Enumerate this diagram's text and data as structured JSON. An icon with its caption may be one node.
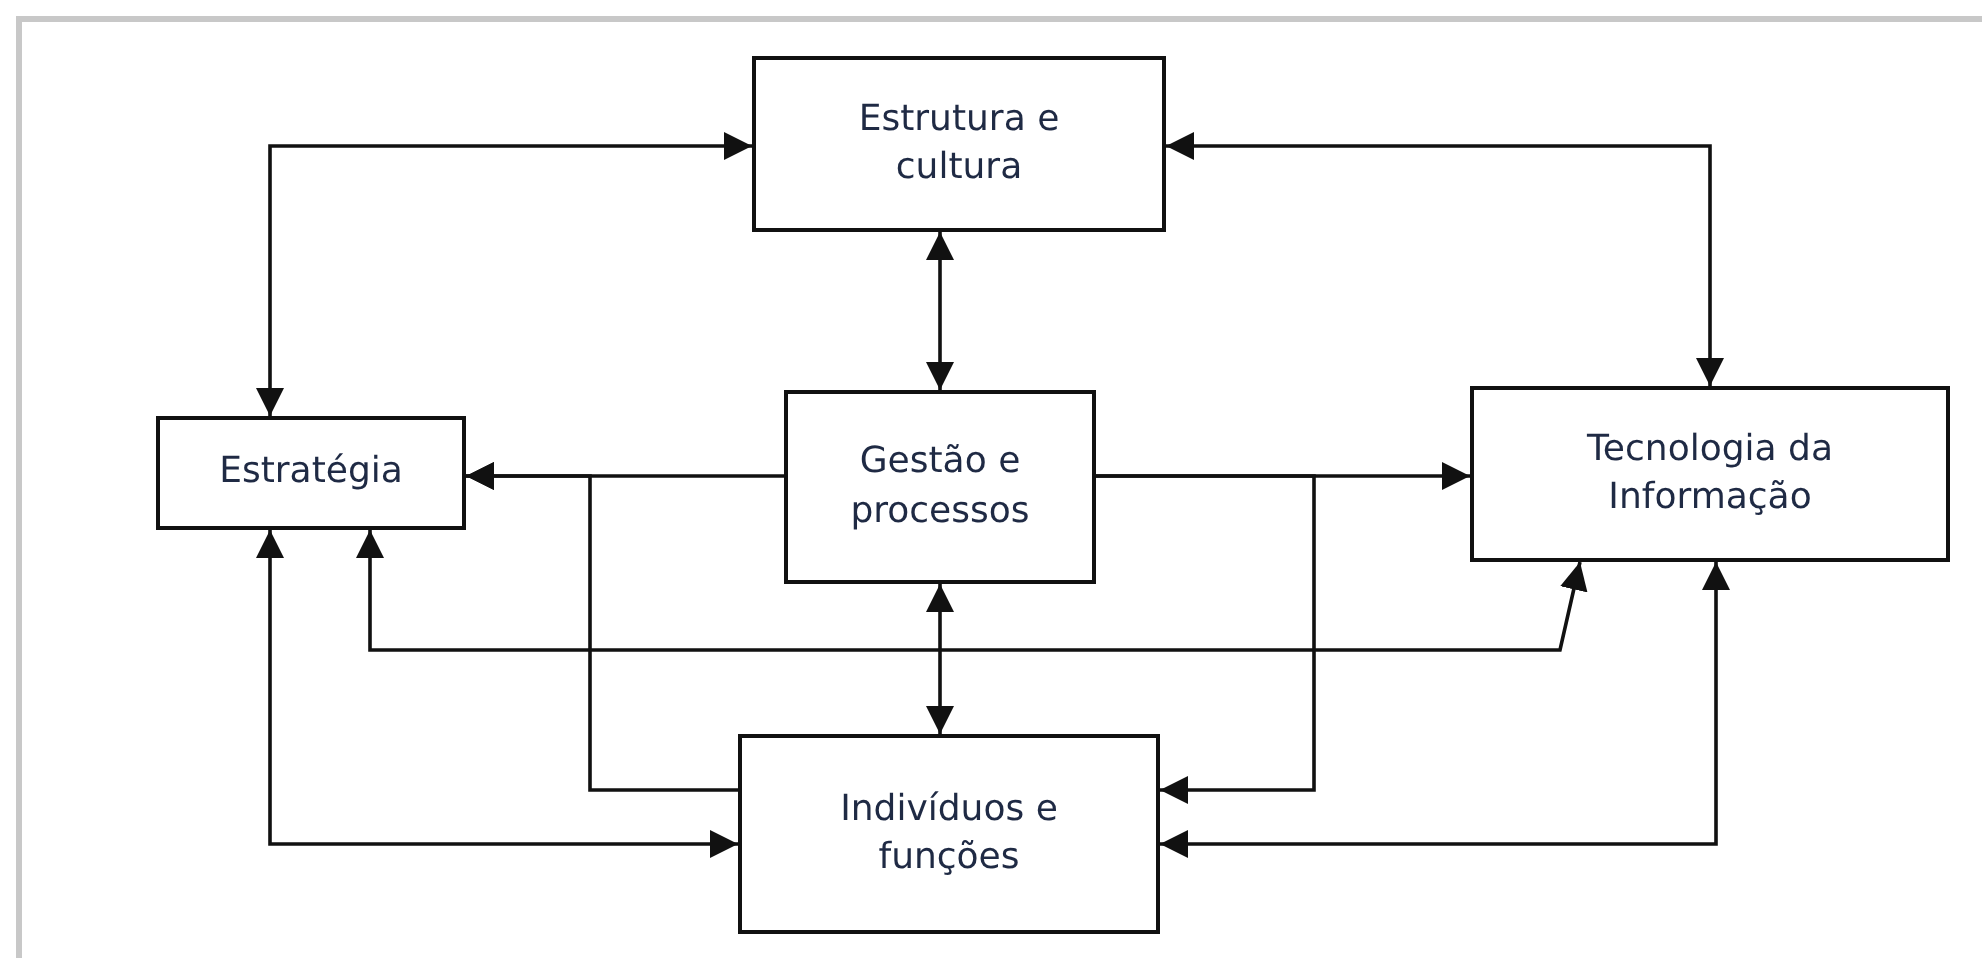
{
  "diagram": {
    "nodes": [
      {
        "text": [
          "Estrutura e cultura"
        ]
      },
      {
        "text": [
          "Estratégia"
        ]
      },
      {
        "text": [
          "Gestão e processos"
        ]
      },
      {
        "text": [
          "Tecnologia da Informação"
        ]
      },
      {
        "text": [
          "Indivíduos e funções"
        ]
      }
    ],
    "edges": [
      {
        "from": 1,
        "to": 0,
        "arrow": "both"
      },
      {
        "from": 0,
        "to": 3,
        "arrow": "both"
      },
      {
        "from": 0,
        "to": 2,
        "arrow": "both"
      },
      {
        "from": 2,
        "to": 1,
        "arrow": "to"
      },
      {
        "from": 2,
        "to": 3,
        "arrow": "to"
      },
      {
        "from": 2,
        "to": 4,
        "arrow": "both"
      },
      {
        "from": 4,
        "to": 1,
        "arrow": "to"
      },
      {
        "from": 2,
        "to": 4,
        "arrow": "to"
      },
      {
        "from": 1,
        "to": 4,
        "arrow": "both"
      },
      {
        "from": 1,
        "to": 3,
        "arrow": "both"
      },
      {
        "from": 4,
        "to": 3,
        "arrow": "both"
      }
    ]
  }
}
